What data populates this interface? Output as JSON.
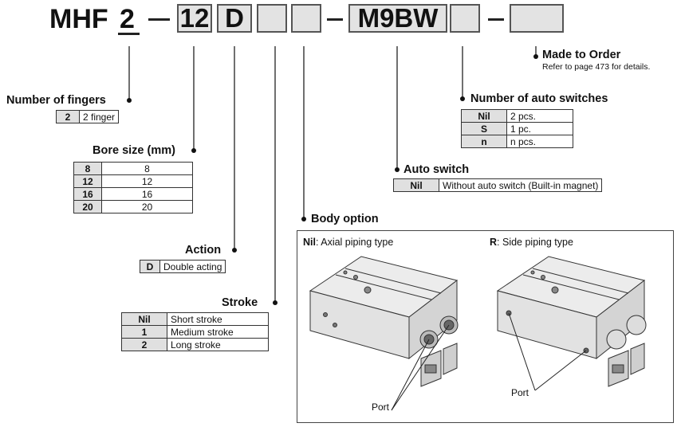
{
  "model_code": {
    "prefix": "MHF",
    "fingers": "2",
    "bore": "12",
    "action": "D",
    "stroke": "",
    "body_option": "",
    "auto_switch": "M9BW",
    "num_switches": "",
    "made_to_order": ""
  },
  "made_to_order": {
    "title": "Made to Order",
    "note": "Refer to page 473 for details."
  },
  "number_of_fingers": {
    "title": "Number of fingers",
    "rows": [
      {
        "code": "2",
        "desc": "2 finger"
      }
    ]
  },
  "bore_size": {
    "title": "Bore size (mm)",
    "rows": [
      {
        "code": "8",
        "desc": "8"
      },
      {
        "code": "12",
        "desc": "12"
      },
      {
        "code": "16",
        "desc": "16"
      },
      {
        "code": "20",
        "desc": "20"
      }
    ]
  },
  "action": {
    "title": "Action",
    "rows": [
      {
        "code": "D",
        "desc": "Double acting"
      }
    ]
  },
  "stroke": {
    "title": "Stroke",
    "rows": [
      {
        "code": "Nil",
        "desc": "Short stroke"
      },
      {
        "code": "1",
        "desc": "Medium stroke"
      },
      {
        "code": "2",
        "desc": "Long stroke"
      }
    ]
  },
  "number_of_auto_switches": {
    "title": "Number of auto switches",
    "rows": [
      {
        "code": "Nil",
        "desc": "2 pcs."
      },
      {
        "code": "S",
        "desc": "1 pc."
      },
      {
        "code": "n",
        "desc": "n pcs."
      }
    ]
  },
  "auto_switch": {
    "title": "Auto switch",
    "rows": [
      {
        "code": "Nil",
        "desc": "Without auto switch (Built-in magnet)"
      }
    ]
  },
  "body_option": {
    "title": "Body option",
    "left": {
      "code": "Nil",
      "text": ": Axial piping type",
      "port_label": "Port"
    },
    "right": {
      "code": "R",
      "text": ": Side piping type",
      "port_label": "Port"
    }
  },
  "colors": {
    "slot_fill": "#e3e3e3",
    "table_key_fill": "#e0e0e0",
    "line": "#222222"
  }
}
